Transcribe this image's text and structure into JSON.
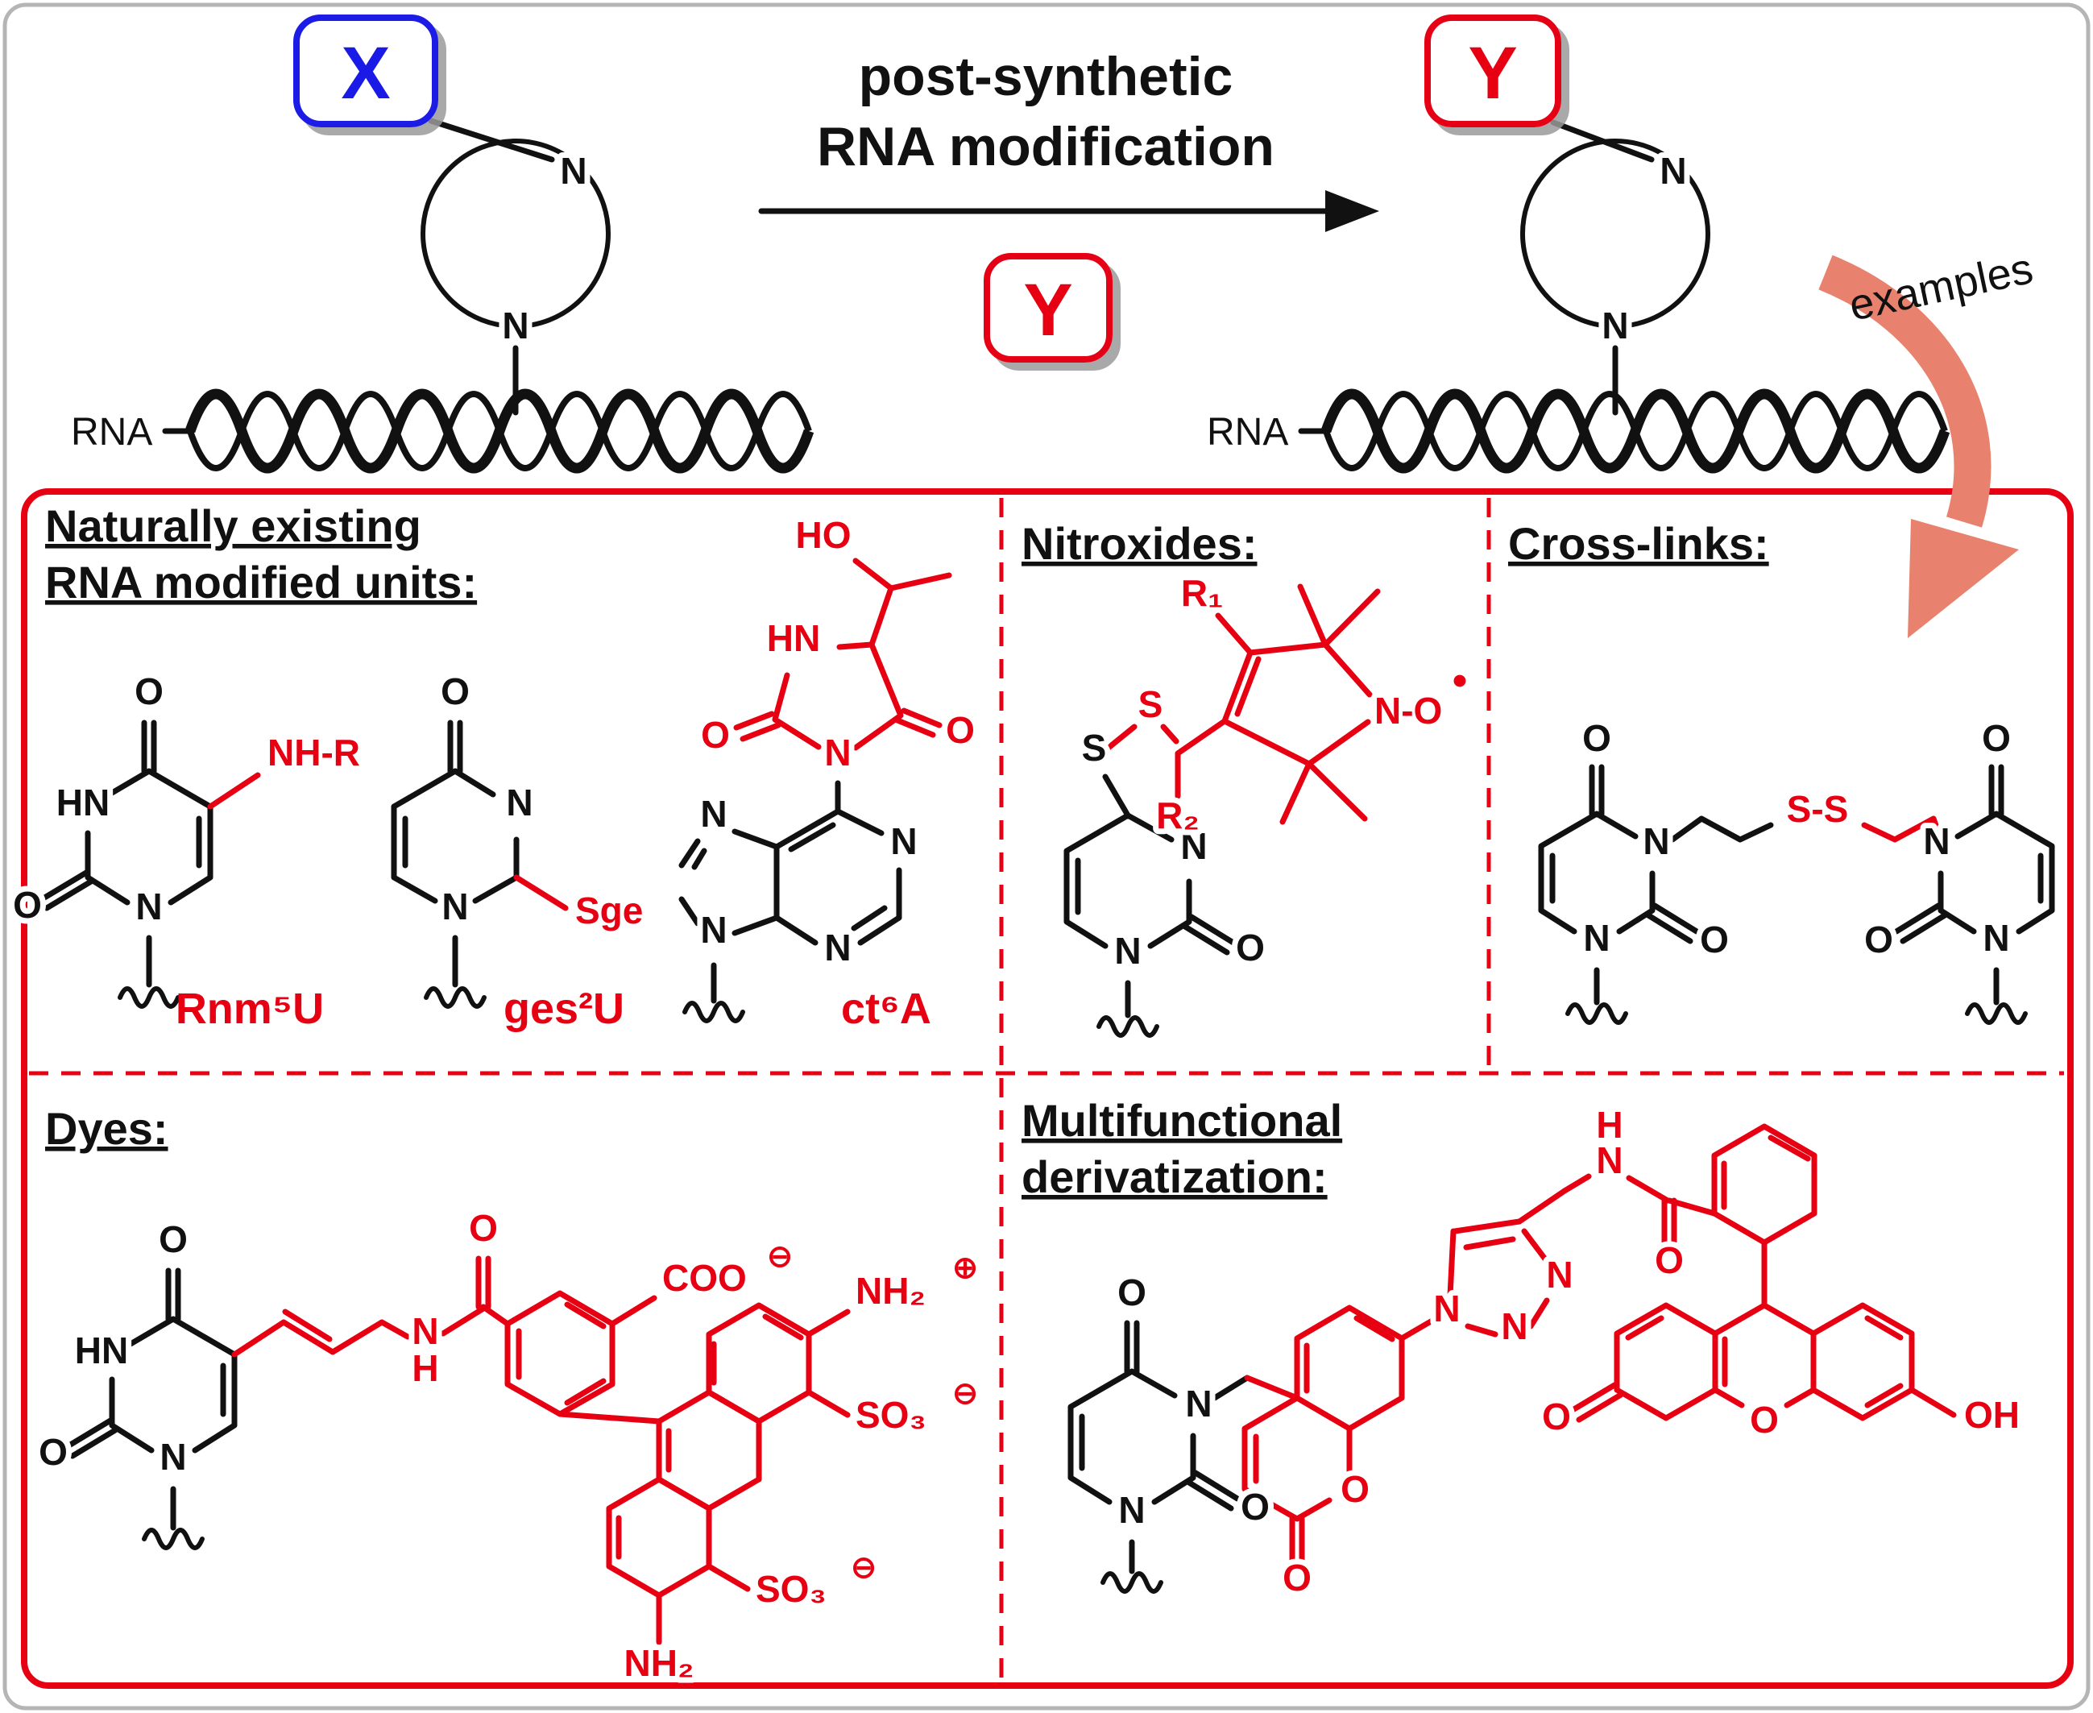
{
  "figure": {
    "scheme": {
      "x_label": "X",
      "y_label": "Y",
      "title_line1": "post-synthetic",
      "title_line2": "RNA modification",
      "rna_left": "RNA",
      "rna_right": "RNA",
      "examples": "examples"
    },
    "panels": {
      "natural": {
        "title_line1": "Naturally existing",
        "title_line2": "RNA modified units:",
        "compound_labels": [
          "Rnm⁵U",
          "ges²U",
          "ct⁶A"
        ]
      },
      "nitroxides": {
        "title": "Nitroxides:"
      },
      "crosslinks": {
        "title": "Cross-links:"
      },
      "dyes": {
        "title": "Dyes:"
      },
      "multifunctional": {
        "title_line1": "Multifunctional",
        "title_line2": "derivatization:"
      }
    },
    "atoms": {
      "O": "O",
      "N": "N",
      "HN": "HN",
      "S": "S",
      "H": "H",
      "HO": "HO",
      "OH": "OH",
      "NH_R": "NH-R",
      "Sge": "Sge",
      "R1": "R₁",
      "R2": "R₂",
      "N_O": "N-O",
      "radical": "•",
      "S_S": "S-S",
      "COO": "COO",
      "NH2": "NH₂",
      "SO3": "SO₃",
      "plus": "⊕",
      "minus": "⊖"
    },
    "colors": {
      "structure_red": "#e60012",
      "box_blue": "#1a1ae6",
      "arrow_salmon": "#e8826e",
      "ink_black": "#111111"
    }
  }
}
